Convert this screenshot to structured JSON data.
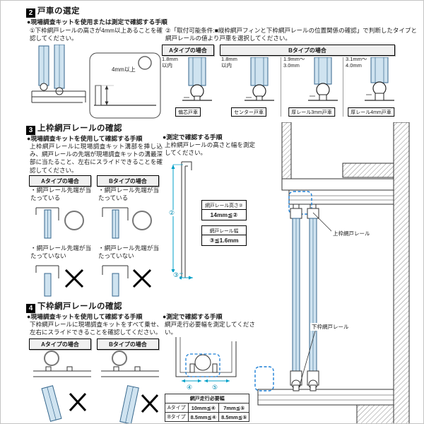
{
  "s2": {
    "num": "2",
    "title": "戸車の選定",
    "kit_heading": "●現場調査キットを使用または測定で確認する手順",
    "step1": "①下枠網戸レールの高さが4mm以上あることを確認してください。",
    "step2": "②「取付可能条件:■縦枠網戸フィンと下枠網戸レールの位置関係の確認」で判断したタイプと網戸レールの値より戸車を選択してください。",
    "dim_min": "4mm以上",
    "typeA": "Aタイプの場合",
    "typeB": "Bタイプの場合",
    "rollers": [
      {
        "dim": "1.8mm\n以内",
        "name": "偏芯戸車"
      },
      {
        "dim": "1.8mm\n以内",
        "name": "センター戸車"
      },
      {
        "dim": "1.9mm〜\n3.0mm",
        "name": "厚レール3mm戸車"
      },
      {
        "dim": "3.1mm〜\n4.0mm",
        "name": "厚レール4mm戸車"
      }
    ]
  },
  "s3": {
    "num": "3",
    "title": "上枠網戸レールの確認",
    "kit_heading": "●現場調査キットを使用して確認する手順",
    "kit_text": "上枠網戸レールに現場調査キット溝部を挿し込み、網戸レールの先端が現場調査キットの溝最深部に当たること、左右にスライドできることを確認してください。",
    "typeA": "Aタイプの場合",
    "typeB": "Bタイプの場合",
    "ok_text": "・網戸レール先端が当たっている",
    "ng_text": "・網戸レール先端が当たっていない",
    "measure_heading": "●測定で確認する手順",
    "measure_text": "上枠網戸レールの高さと幅を測定してください。",
    "height_label": "網戸レール高さ②",
    "height_value": "14mm≦②",
    "width_label": "網戸レール幅",
    "width_value": "③≦1.6mm",
    "dim2_mark": "②",
    "dim3_mark": "③",
    "upper_rail_label": "上枠網戸レール",
    "lower_rail_label": "下枠網戸レール"
  },
  "s4": {
    "num": "4",
    "title": "下枠網戸レールの確認",
    "kit_heading": "●現場調査キットを使用して確認する手順",
    "kit_text": "下枠網戸レールに現場調査キットをすべて乗せ、左右にスライドできることを確認してください。",
    "typeA": "Aタイプの場合",
    "typeB": "Bタイプの場合",
    "measure_heading": "●測定で確認する手順",
    "measure_text": "網戸走行必要幅を測定してください。",
    "dim4_mark": "④",
    "dim5_mark": "⑤",
    "table": {
      "title": "網戸走行必要幅",
      "rows": [
        {
          "type": "Aタイプ",
          "w4": "10mm≦④",
          "w5": "7mm≦⑤"
        },
        {
          "type": "Bタイプ",
          "w4": "8.5mm≦④",
          "w5": "8.5mm≦⑤"
        }
      ]
    }
  },
  "colors": {
    "glass_fill": "#cfe3f0",
    "glass_stroke": "#35668c",
    "dim_cyan": "#00a0c8",
    "callout_blue": "#1c7fd6"
  }
}
